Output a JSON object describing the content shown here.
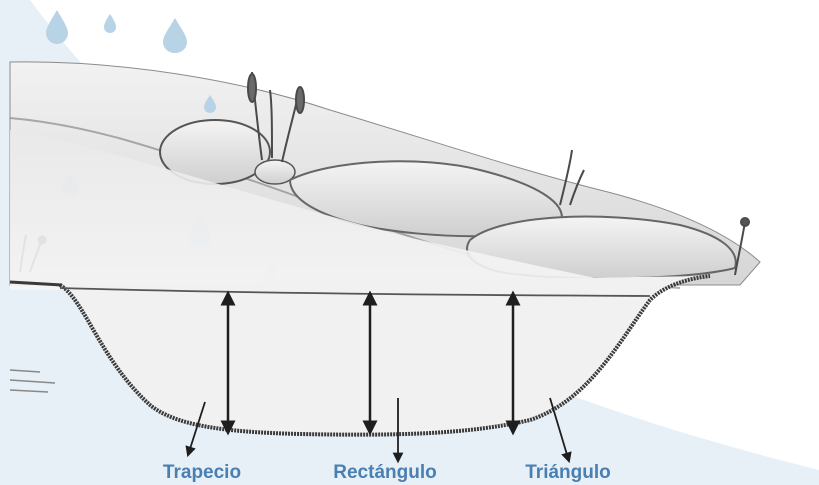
{
  "colors": {
    "label_color": "#4a7fb1",
    "drop_color": "#b9d3e6",
    "water_band": "#e3edf6",
    "arrow_color": "#1e1e1e"
  },
  "labels": [
    "Trapecio",
    "Rectángulo",
    "Triángulo"
  ]
}
